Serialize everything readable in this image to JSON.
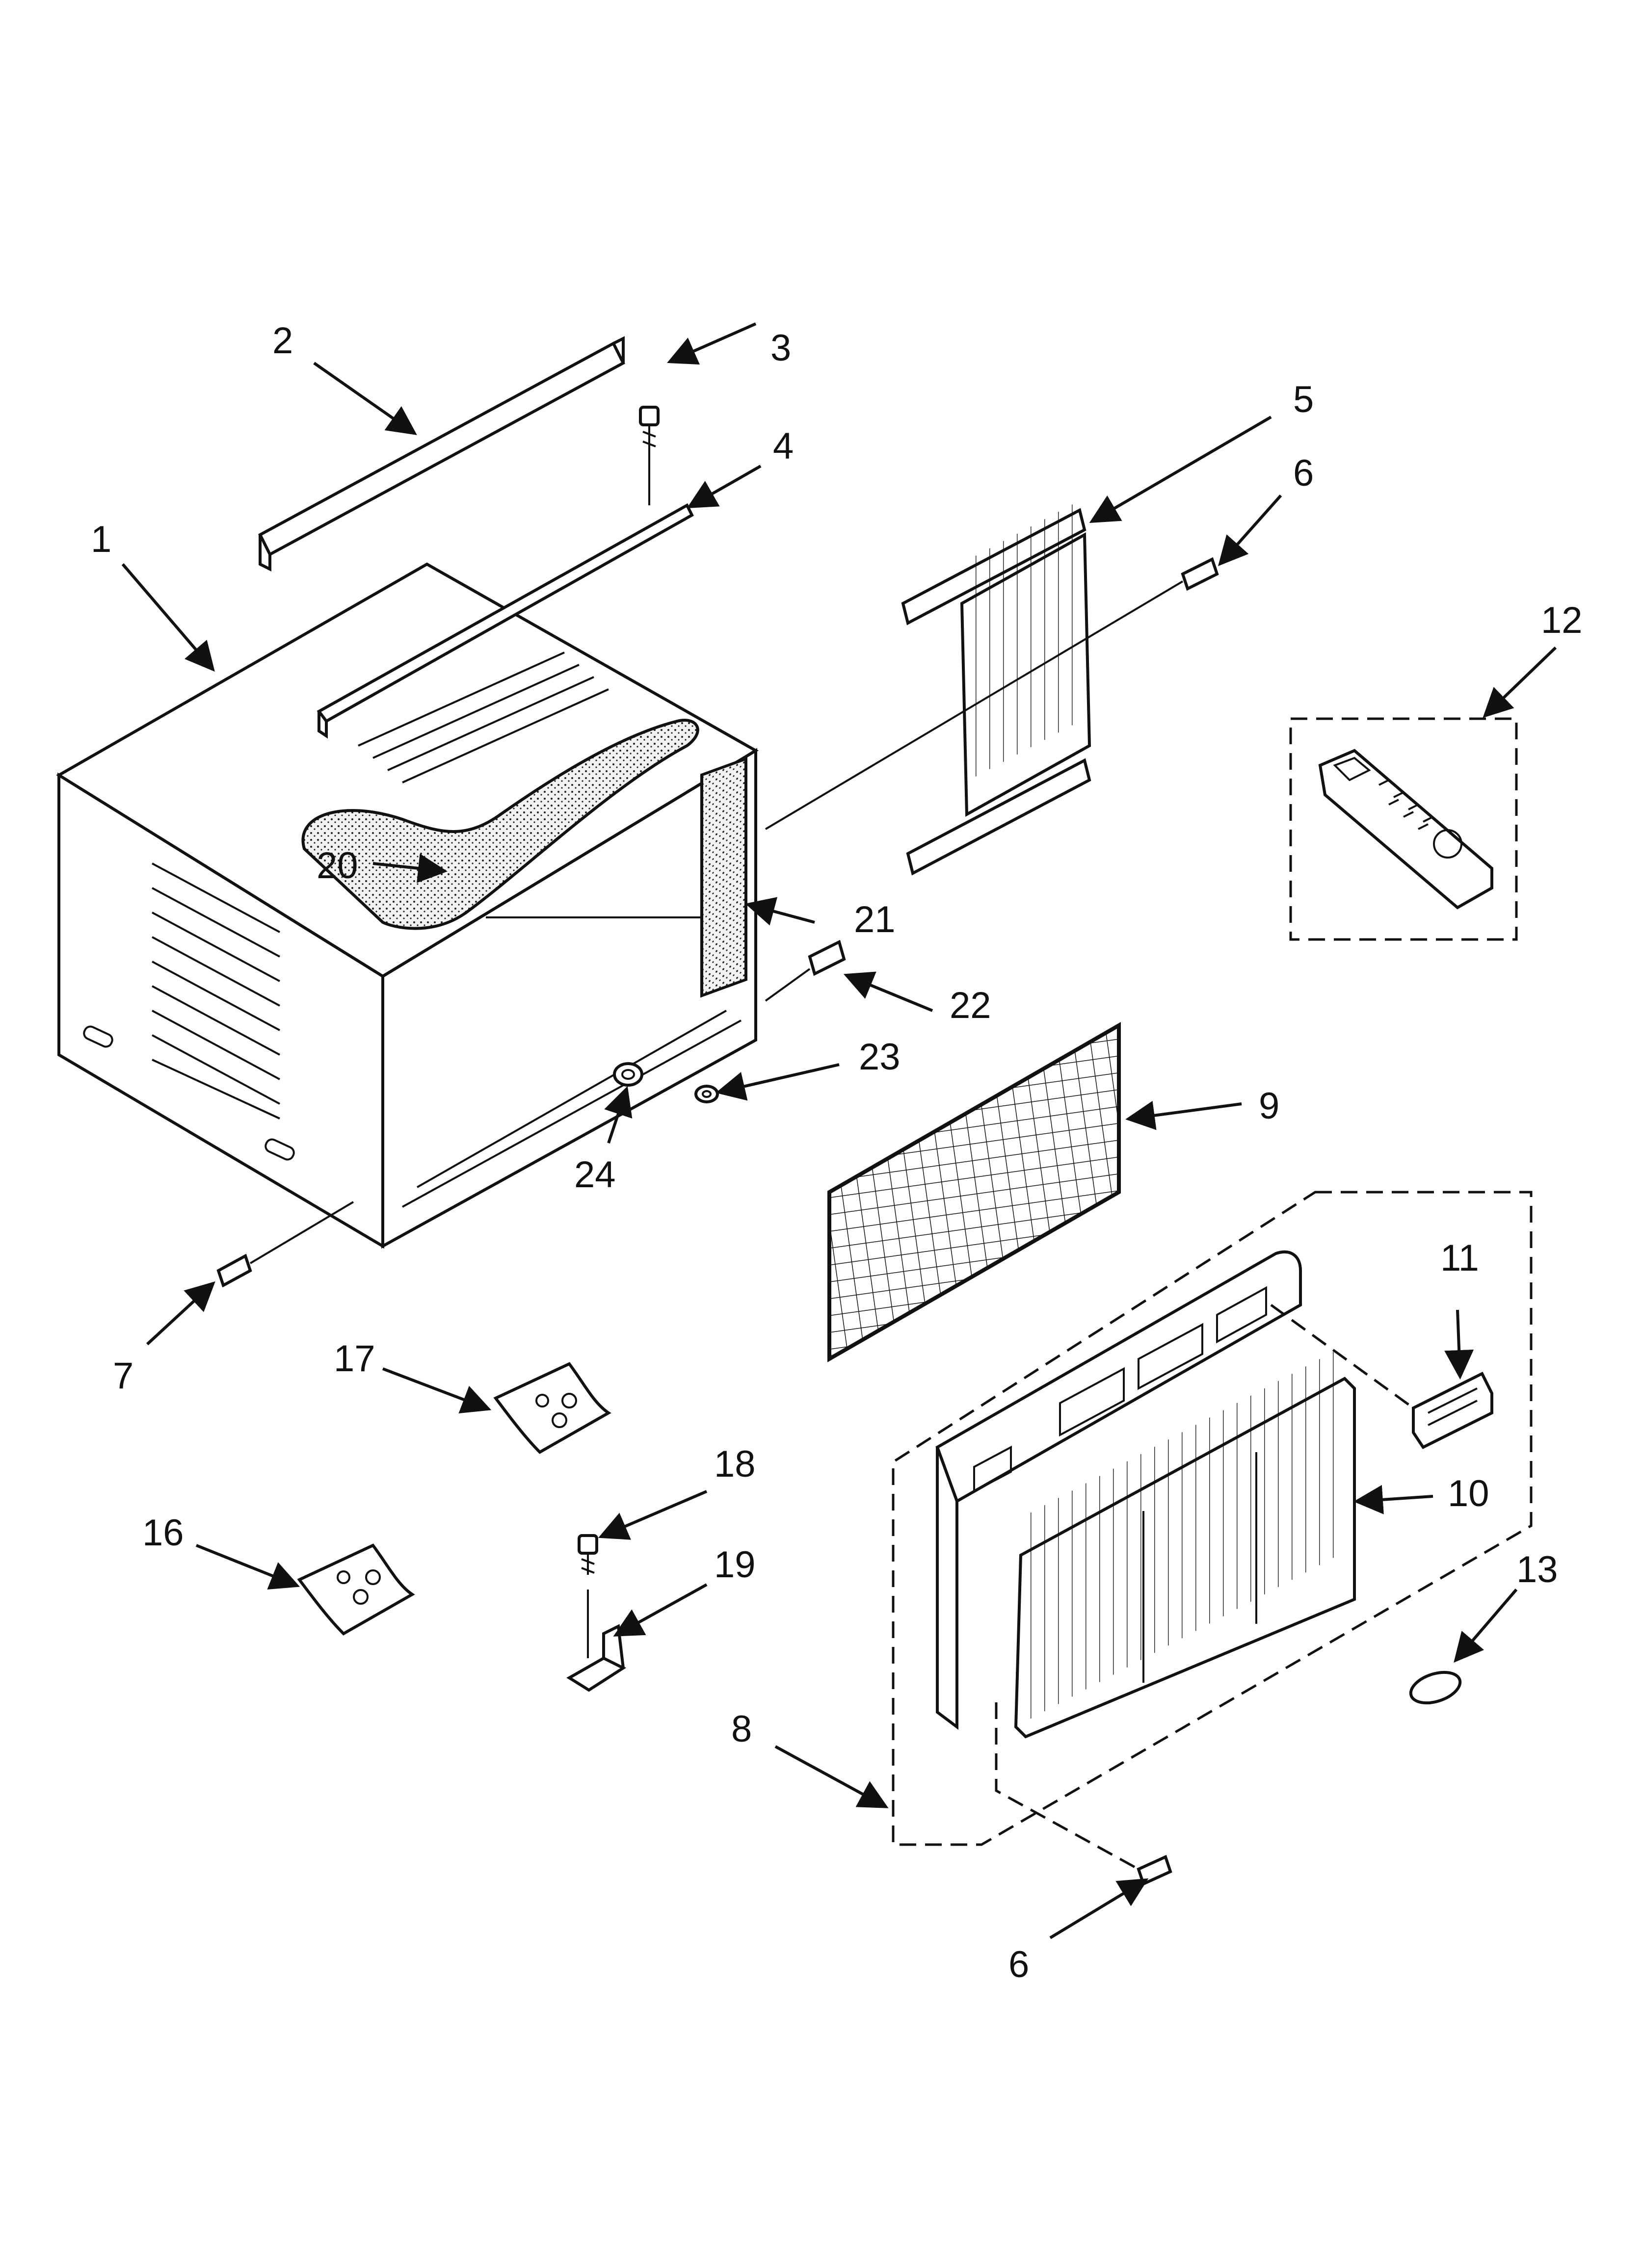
{
  "callouts": {
    "c1": "1",
    "c2": "2",
    "c3": "3",
    "c4": "4",
    "c5": "5",
    "c6a": "6",
    "c6b": "6",
    "c7": "7",
    "c8": "8",
    "c9": "9",
    "c10": "10",
    "c11": "11",
    "c12": "12",
    "c13": "13",
    "c16": "16",
    "c17": "17",
    "c18": "18",
    "c19": "19",
    "c20": "20",
    "c21": "21",
    "c22": "22",
    "c23": "23",
    "c24": "24"
  },
  "colors": {
    "ink": "#111111",
    "paper": "#ffffff"
  }
}
